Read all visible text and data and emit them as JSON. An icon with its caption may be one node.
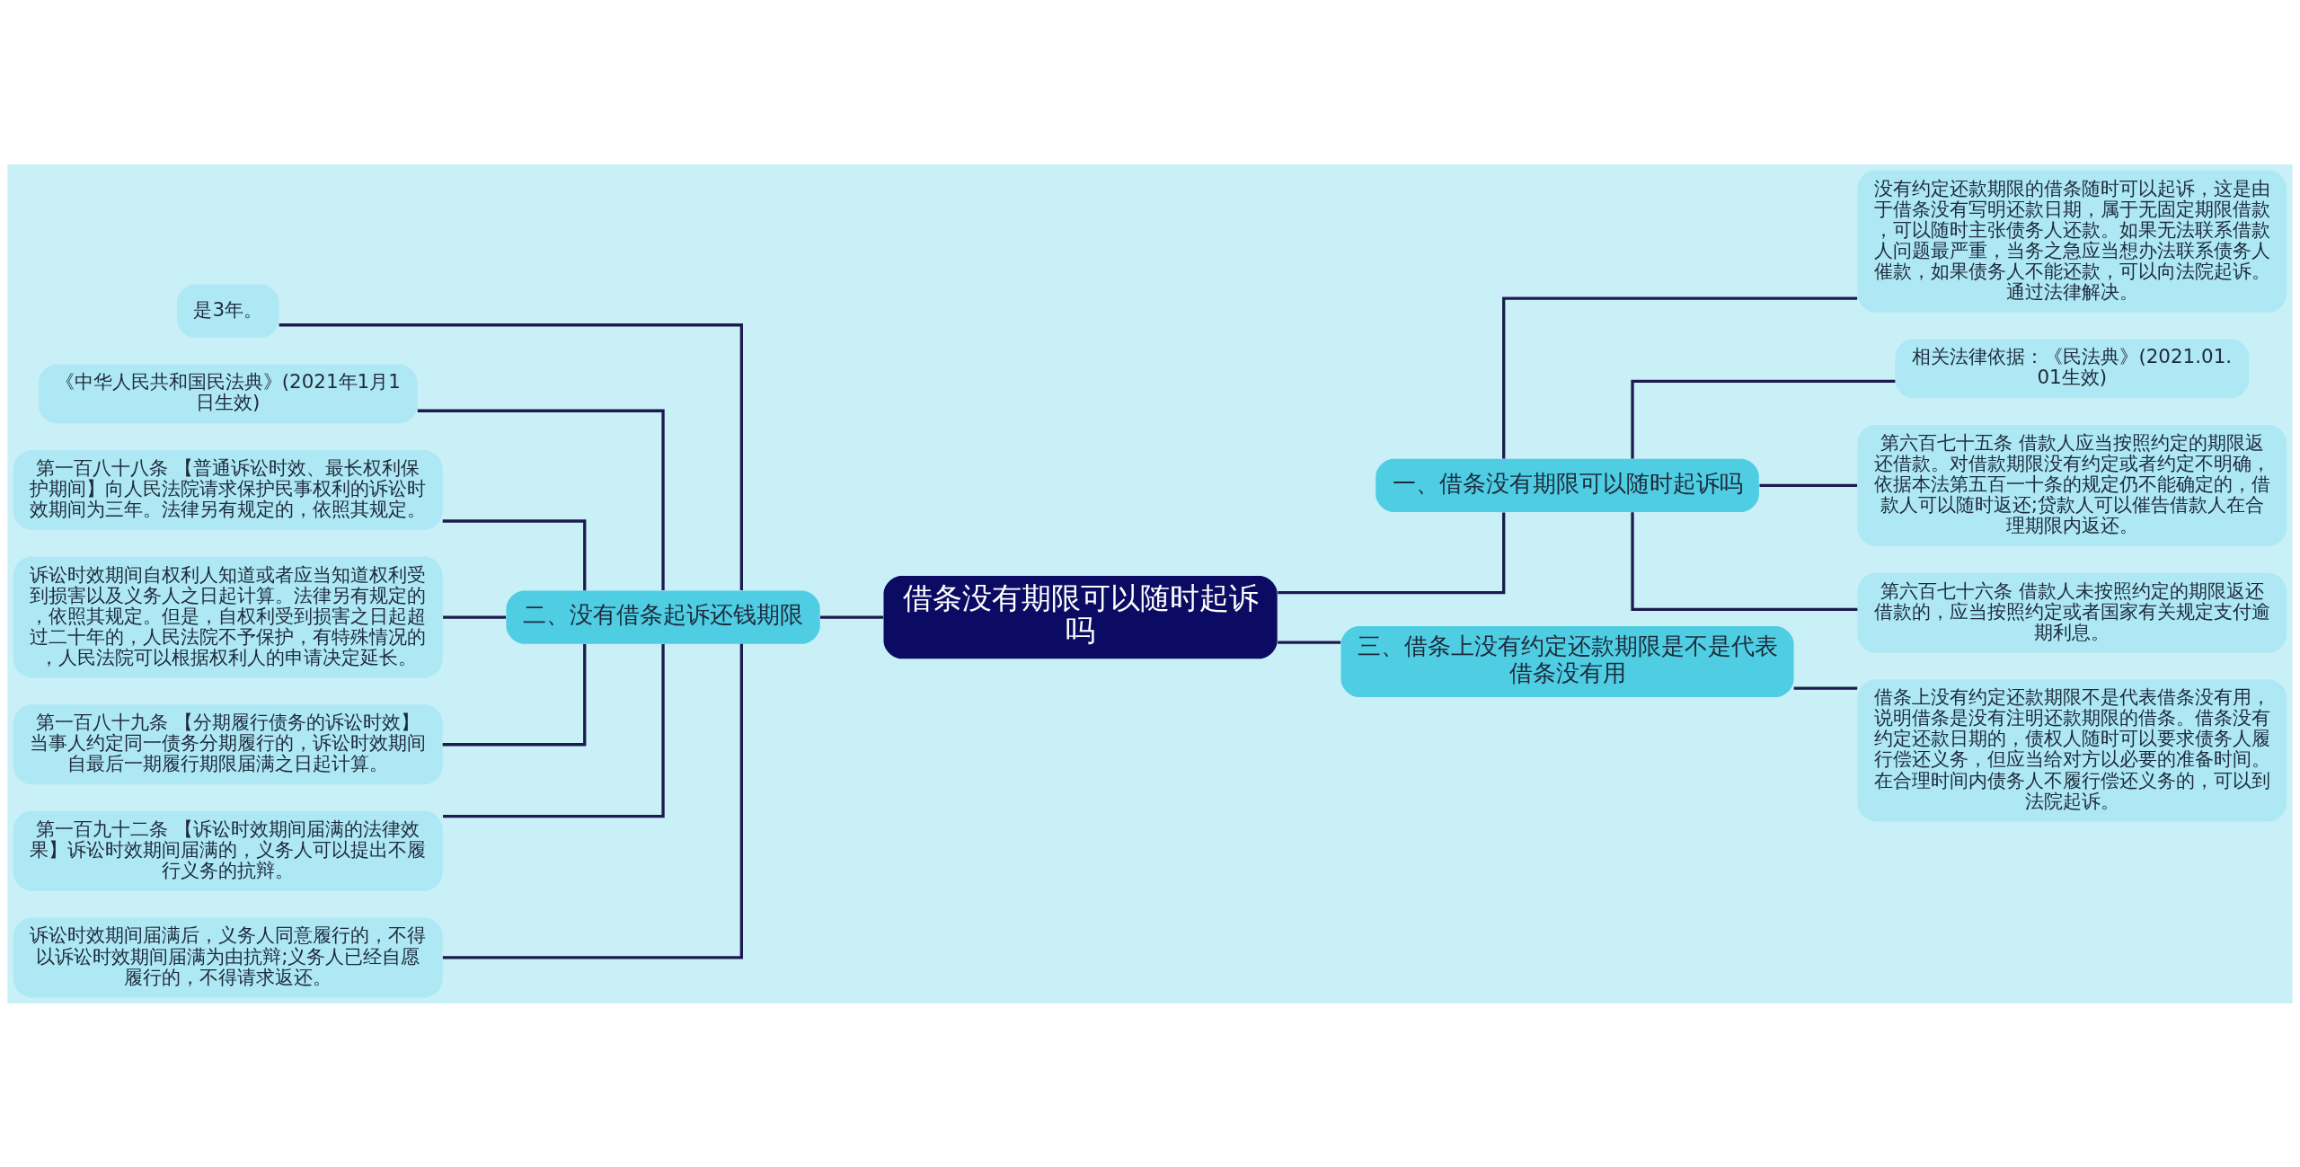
{
  "diagram": {
    "nodes": [
      {
        "text": [
          "借条没有期限可以随时起诉吗"
        ]
      },
      {
        "text": [
          "一、借条没有期限可以随时起诉吗"
        ]
      },
      {
        "text": [
          "没有约定还款期限的借条随时可以起诉，这是由于借条没有写明还款日期，属于无固定期限借款，可以随时主张债务人还款。如果无法联系借款人问题最严重，当务之急应当想办法联系债务人催款，如果债务人不能还款，可以向法院起诉。通过法律解决。"
        ]
      },
      {
        "text": [
          "相关法律依据：《民法典》(2021.01.01生效)"
        ]
      },
      {
        "text": [
          "第六百七十五条 借款人应当按照约定的期限返还借款。对借款期限没有约定或者约定不明确，依据本法第五百一十条的规定仍不能确定的，借款人可以随时返还;贷款人可以催告借款人在合理期限内返还。"
        ]
      },
      {
        "text": [
          "第六百七十六条 借款人未按照约定的期限返还借款的，应当按照约定或者国家有关规定支付逾期利息。"
        ]
      },
      {
        "text": [
          "三、借条上没有约定还款期限是不是代表借条没有用"
        ]
      },
      {
        "text": [
          "借条上没有约定还款期限不是代表借条没有用，说明借条是没有注明还款期限的借条。借条没有约定还款日期的，债权人随时可以要求债务人履行偿还义务，但应当给对方以必要的准备时间。在合理时间内债务人不履行偿还义务的，可以到法院起诉。"
        ]
      },
      {
        "text": [
          "二、没有借条起诉还钱期限"
        ]
      },
      {
        "text": [
          "是3年。"
        ]
      },
      {
        "text": [
          "《中华人民共和国民法典》(2021年1月1日生效)"
        ]
      },
      {
        "text": [
          "第一百八十八条 【普通诉讼时效、最长权利保护期间】向人民法院请求保护民事权利的诉讼时效期间为三年。法律另有规定的，依照其规定。"
        ]
      },
      {
        "text": [
          "诉讼时效期间自权利人知道或者应当知道权利受到损害以及义务人之日起计算。法律另有规定的，依照其规定。但是，自权利受到损害之日起超过二十年的，人民法院不予保护，有特殊情况的，人民法院可以根据权利人的申请决定延长。"
        ]
      },
      {
        "text": [
          "第一百八十九条 【分期履行债务的诉讼时效】当事人约定同一债务分期履行的，诉讼时效期间自最后一期履行期限届满之日起计算。"
        ]
      },
      {
        "text": [
          "第一百九十二条 【诉讼时效期间届满的法律效果】诉讼时效期间届满的，义务人可以提出不履行义务的抗辩。"
        ]
      },
      {
        "text": [
          "诉讼时效期间届满后，义务人同意履行的，不得以诉讼时效期间届满为由抗辩;义务人已经自愿履行的，不得请求返还。"
        ]
      }
    ],
    "edges": [
      {
        "from": 0,
        "to": 1,
        "arrow": "none"
      },
      {
        "from": 1,
        "to": 2,
        "arrow": "none"
      },
      {
        "from": 1,
        "to": 3,
        "arrow": "none"
      },
      {
        "from": 1,
        "to": 4,
        "arrow": "none"
      },
      {
        "from": 1,
        "to": 5,
        "arrow": "none"
      },
      {
        "from": 0,
        "to": 6,
        "arrow": "none"
      },
      {
        "from": 6,
        "to": 7,
        "arrow": "none"
      },
      {
        "from": 8,
        "to": 0,
        "arrow": "none"
      },
      {
        "from": 9,
        "to": 8,
        "arrow": "none"
      },
      {
        "from": 10,
        "to": 8,
        "arrow": "none"
      },
      {
        "from": 11,
        "to": 8,
        "arrow": "none"
      },
      {
        "from": 12,
        "to": 8,
        "arrow": "none"
      },
      {
        "from": 13,
        "to": 8,
        "arrow": "none"
      },
      {
        "from": 14,
        "to": 8,
        "arrow": "none"
      },
      {
        "from": 15,
        "to": 8,
        "arrow": "none"
      }
    ]
  }
}
